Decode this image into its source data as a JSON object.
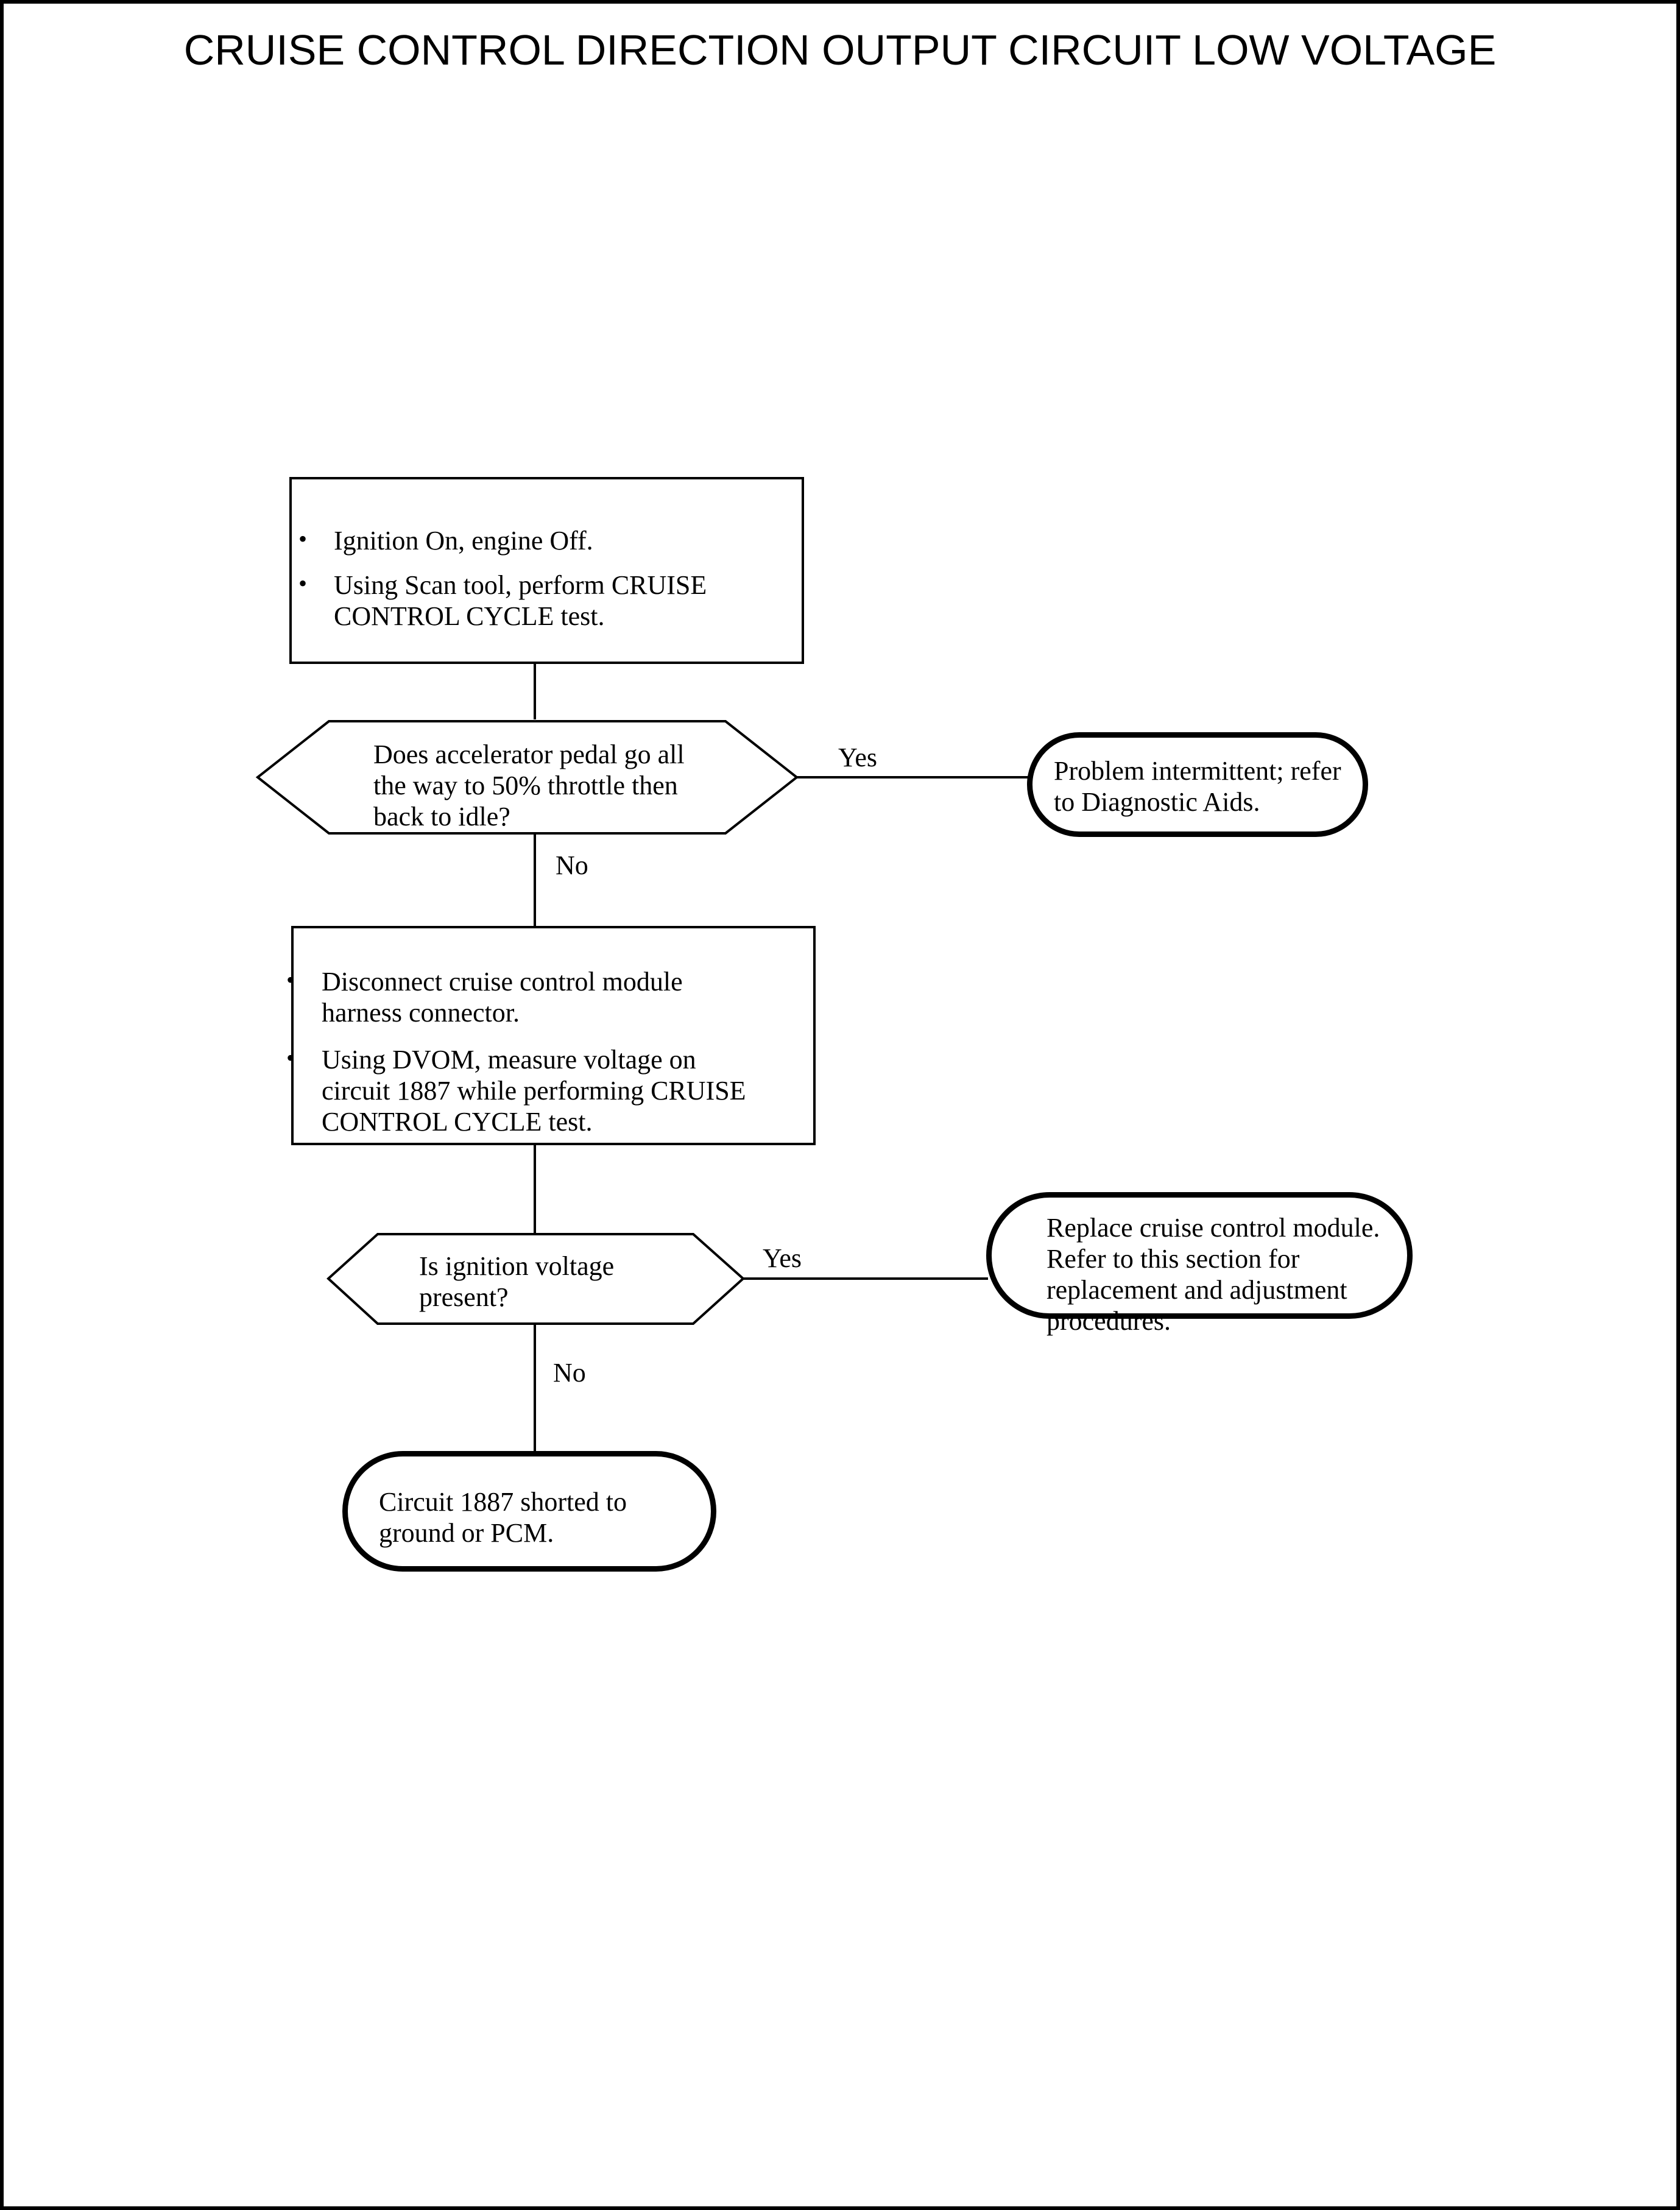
{
  "document": {
    "title": "CRUISE CONTROL DIRECTION OUTPUT CIRCUIT LOW VOLTAGE"
  },
  "flowchart": {
    "type": "diagnostic-flowchart",
    "nodes": {
      "step1": {
        "shape": "process",
        "bullets": [
          "Ignition On, engine Off.",
          "Using Scan tool, perform CRUISE CONTROL CYCLE test."
        ]
      },
      "decision1": {
        "shape": "hexagon",
        "text": "Does accelerator pedal go all the way to 50% throttle then back to idle?",
        "yes_label": "Yes",
        "no_label": "No"
      },
      "result1": {
        "shape": "terminator",
        "text": "Problem intermittent; refer to Diagnostic Aids."
      },
      "step2": {
        "shape": "process",
        "bullets": [
          "Disconnect cruise control module harness connector.",
          "Using DVOM, measure voltage on circuit 1887 while performing CRUISE CONTROL CYCLE test."
        ]
      },
      "decision2": {
        "shape": "hexagon",
        "text": "Is ignition voltage present?",
        "yes_label": "Yes",
        "no_label": "No"
      },
      "result2": {
        "shape": "terminator",
        "text": "Replace cruise control module. Refer to this section for replacement and adjustment procedures."
      },
      "result3": {
        "shape": "terminator",
        "text": "Circuit 1887 shorted to ground or PCM."
      }
    },
    "bullet_glyph": "•",
    "line_color": "#000000",
    "background_color": "#ffffff"
  }
}
